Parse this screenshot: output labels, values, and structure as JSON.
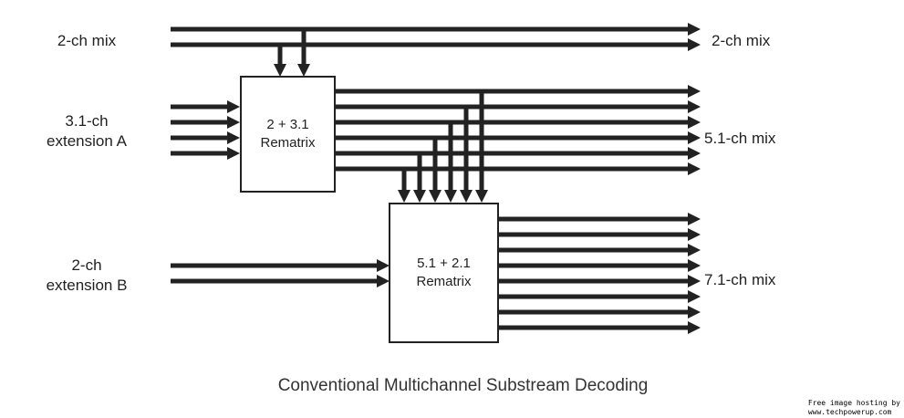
{
  "diagram": {
    "inputs": [
      {
        "id": "in-2ch",
        "lines": [
          "2-ch mix"
        ]
      },
      {
        "id": "in-ext-a",
        "lines": [
          "3.1-ch",
          "extension A"
        ]
      },
      {
        "id": "in-ext-b",
        "lines": [
          "2-ch",
          "extension B"
        ]
      }
    ],
    "outputs": [
      {
        "id": "out-2ch",
        "label": "2-ch mix",
        "channels": 2
      },
      {
        "id": "out-51",
        "label": "5.1-ch mix",
        "channels": 6
      },
      {
        "id": "out-71",
        "label": "7.1-ch mix",
        "channels": 8
      }
    ],
    "blocks": [
      {
        "id": "rematrix-1",
        "lines": [
          "2 + 3.1",
          "Rematrix"
        ]
      },
      {
        "id": "rematrix-2",
        "lines": [
          "5.1 + 2.1",
          "Rematrix"
        ]
      }
    ],
    "caption": "Conventional Multichannel Substream Decoding",
    "credit": [
      "Free image hosting by",
      "www.techpowerup.com"
    ]
  }
}
